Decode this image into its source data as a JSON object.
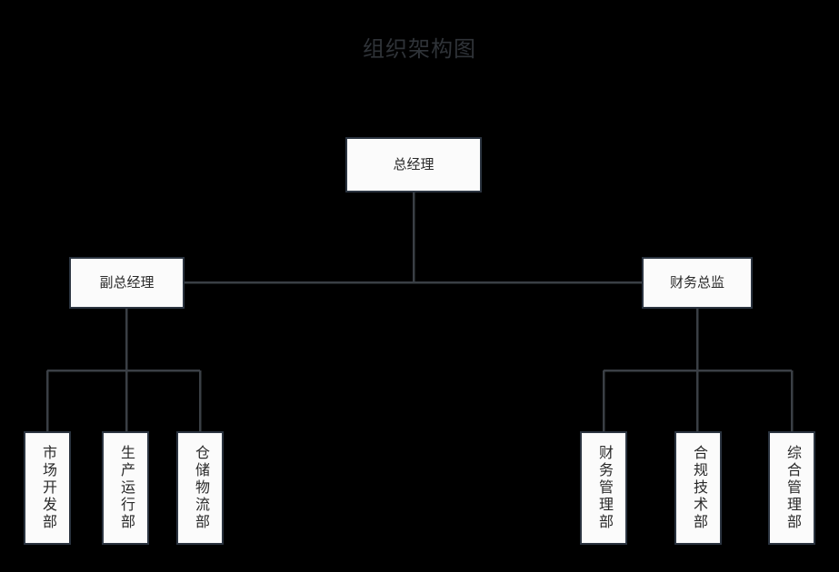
{
  "chart": {
    "title": "组织架构图",
    "background_color": "#000000",
    "title_color": "#2f3338",
    "node_fill": "#fbfbfb",
    "node_border_color": "#2b3440",
    "edge_color": "#3a3f45",
    "nodes": {
      "root": {
        "label": "总经理",
        "orientation": "horizontal"
      },
      "level2": [
        {
          "id": "deputy-gm",
          "label": "副总经理",
          "orientation": "horizontal"
        },
        {
          "id": "finance-director",
          "label": "财务总监",
          "orientation": "horizontal"
        }
      ],
      "leaves_left": [
        {
          "id": "leaf-l0",
          "label": "市场开发部",
          "orientation": "vertical"
        },
        {
          "id": "leaf-l1",
          "label": "生产运行部",
          "orientation": "vertical"
        },
        {
          "id": "leaf-l2",
          "label": "仓储物流部",
          "orientation": "vertical"
        }
      ],
      "leaves_right": [
        {
          "id": "leaf-r0",
          "label": "财务管理部",
          "orientation": "vertical"
        },
        {
          "id": "leaf-r1",
          "label": "合规技术部",
          "orientation": "vertical"
        },
        {
          "id": "leaf-r2",
          "label": "综合管理部",
          "orientation": "vertical"
        }
      ]
    }
  }
}
